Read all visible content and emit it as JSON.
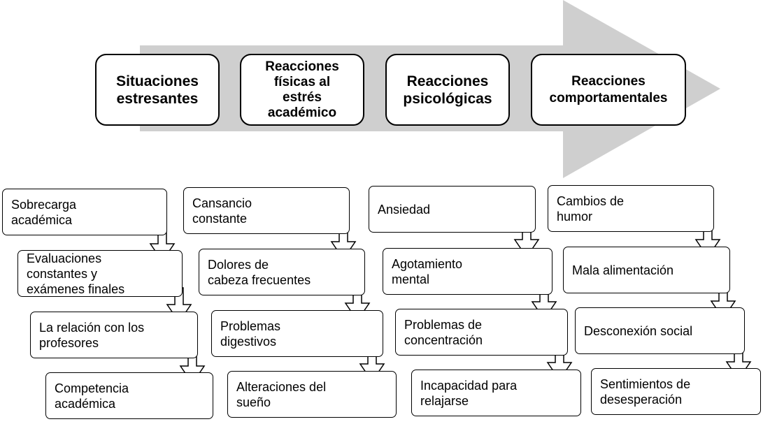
{
  "colors": {
    "arrow": "#cfcfcf",
    "border": "#000000",
    "fill": "#ffffff"
  },
  "stages": [
    "Situaciones\nestresantes",
    "Reacciones\nfísicas al\nestrés\nacadémico",
    "Reacciones\npsicológicas",
    "Reacciones\ncomportamentales"
  ],
  "columns": [
    {
      "items": [
        "Sobrecarga\nacadémica",
        "Evaluaciones\nconstantes y\nexámenes finales",
        "La relación con los\nprofesores",
        "Competencia\nacadémica"
      ]
    },
    {
      "items": [
        "Cansancio\nconstante",
        "Dolores de\ncabeza frecuentes",
        "Problemas\ndigestivos",
        "Alteraciones del\nsueño"
      ]
    },
    {
      "items": [
        "Ansiedad",
        "Agotamiento\nmental",
        "Problemas de\nconcentración",
        "Incapacidad para\nrelajarse"
      ]
    },
    {
      "items": [
        "Cambios de\nhumor",
        "Mala alimentación",
        "Desconexión social",
        "Sentimientos de\ndesesperación"
      ]
    }
  ]
}
